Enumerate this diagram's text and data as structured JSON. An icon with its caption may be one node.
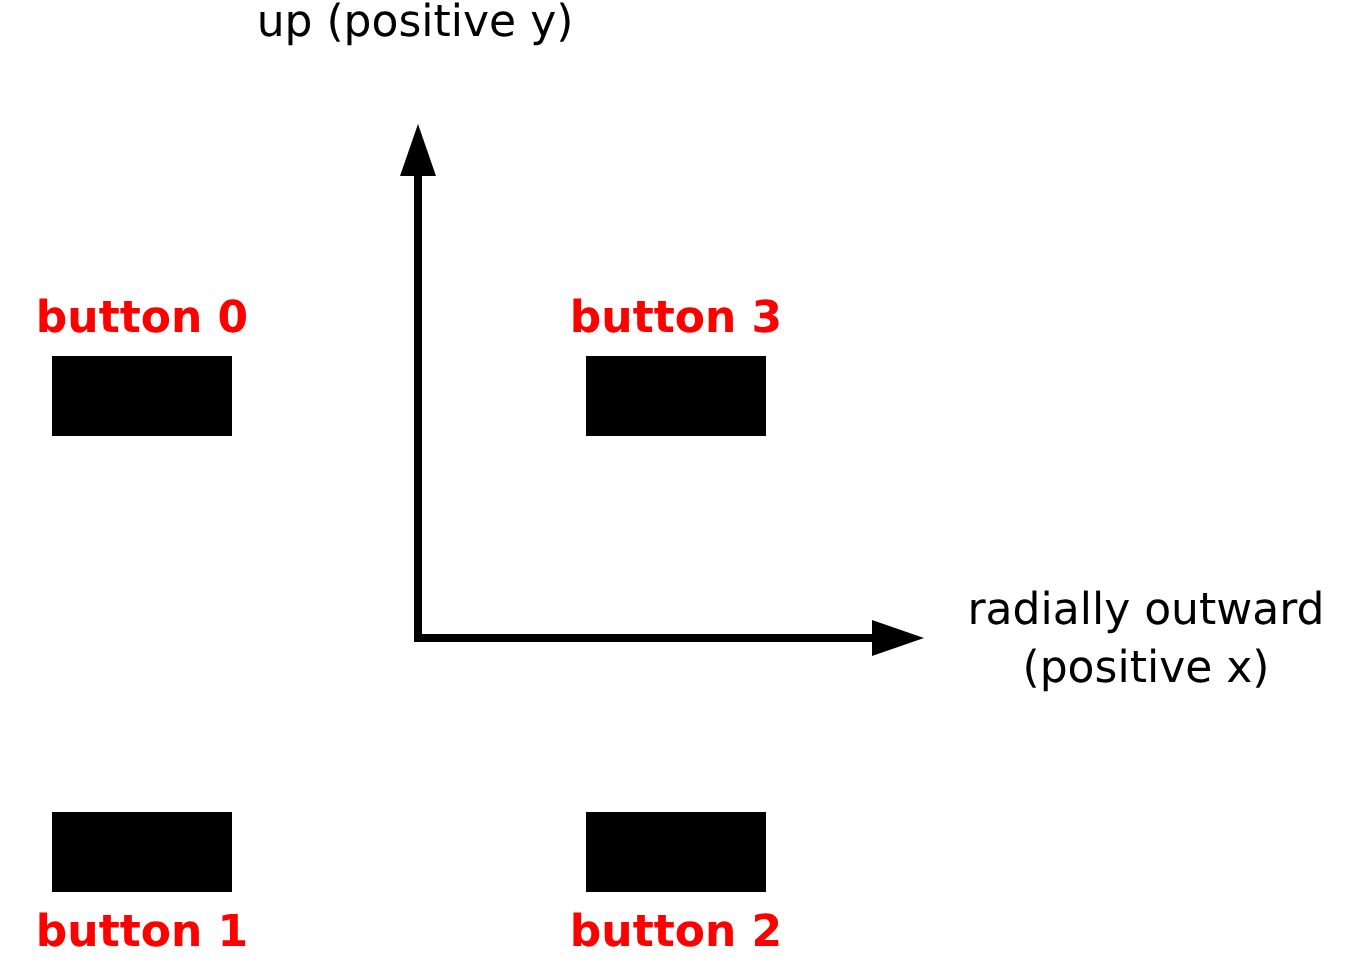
{
  "diagram": {
    "nodes": [
      {
        "text": [
          "button 0"
        ]
      },
      {
        "text": [
          "button 3"
        ]
      },
      {
        "text": [
          "button 1"
        ]
      },
      {
        "text": [
          "button 2"
        ]
      }
    ],
    "edges": [],
    "labels": [
      "up (positive y)",
      "radially outward (positive x)"
    ]
  }
}
